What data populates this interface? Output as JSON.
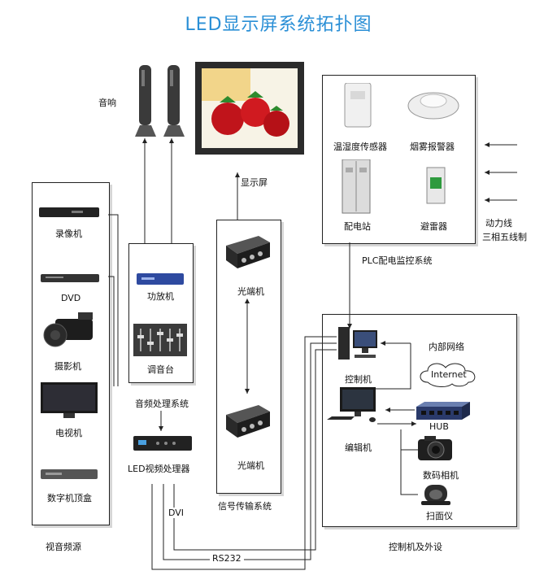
{
  "title": "LED显示屏系统拓扑图",
  "labels": {
    "speaker": "音响",
    "display": "显示屏",
    "humidity": "温湿度传感器",
    "smoke": "烟雾报警器",
    "switchgear": "配电站",
    "arrester": "避雷器",
    "power_line": "动力线",
    "three_phase": "三相五线制",
    "plc": "PLC配电监控系统",
    "recorder": "录像机",
    "dvd": "DVD",
    "camcorder": "摄影机",
    "tv": "电视机",
    "stb": "数字机顶盒",
    "av_source": "视音频源",
    "amplifier": "功放机",
    "mixer": "调音台",
    "audio_sys": "音频处理系统",
    "fiber_tx": "光端机",
    "fiber_rx": "光端机",
    "signal_sys": "信号传输系统",
    "led_proc": "LED视频处理器",
    "dvi": "DVI",
    "rs232": "RS232",
    "control_pc": "控制机",
    "lan": "内部网络",
    "internet": "Internet",
    "hub": "HUB",
    "editor": "编辑机",
    "camera": "数码相机",
    "scanner": "扫面仪",
    "ctrl_sys": "控制机及外设"
  }
}
